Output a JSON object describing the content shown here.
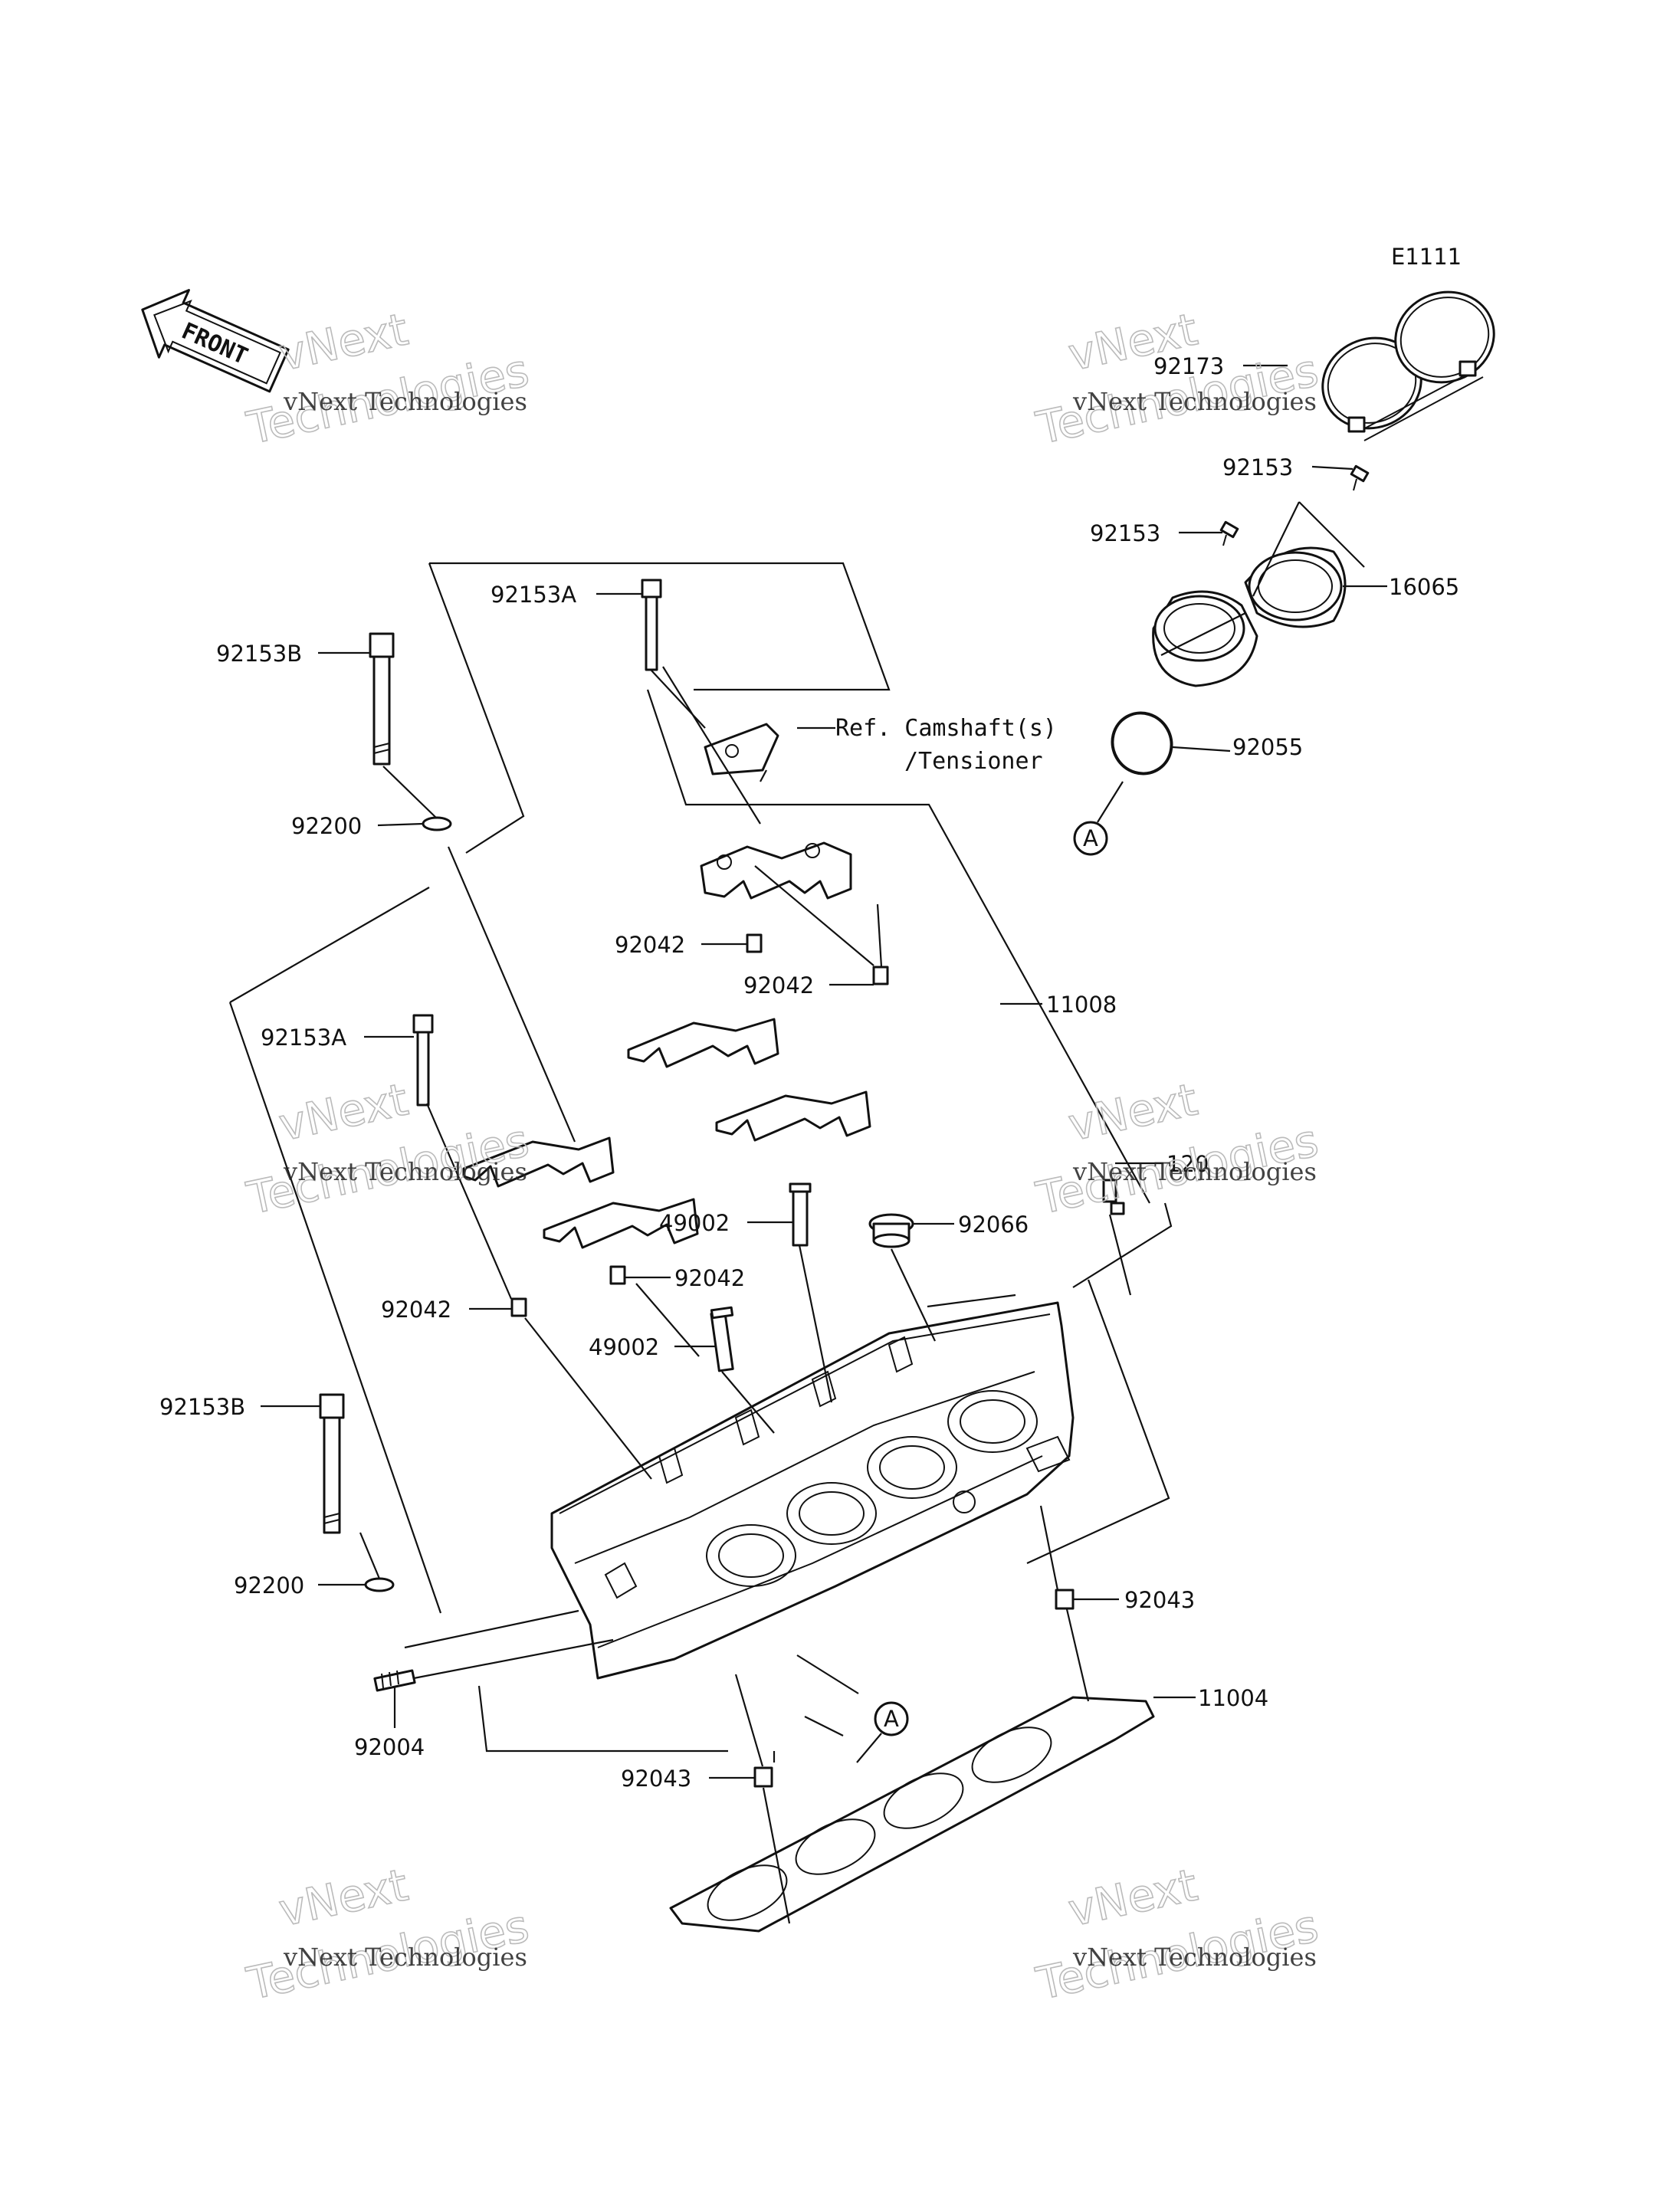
{
  "diagram_code": "E1111",
  "front_label": "FRONT",
  "watermark": {
    "line1": "vNext",
    "line2": "Technologies",
    "caption": "vNext Technologies"
  },
  "reference_note": {
    "line1": "Ref. Camshaft(s)",
    "line2": "/Tensioner"
  },
  "callout_letter": "A",
  "parts": {
    "p92173": "92173",
    "p92153_top": "92153",
    "p92153_mid": "92153",
    "p16065": "16065",
    "p92055": "92055",
    "p92153A_top": "92153A",
    "p92153B_top": "92153B",
    "p92200_top": "92200",
    "p92042_a": "92042",
    "p92042_b": "92042",
    "p11008": "11008",
    "p92153A_mid": "92153A",
    "p120": "120",
    "p49002_a": "49002",
    "p92066": "92066",
    "p92042_c": "92042",
    "p92042_d": "92042",
    "p49002_b": "49002",
    "p92153B_low": "92153B",
    "p92200_low": "92200",
    "p92043_right": "92043",
    "p92004": "92004",
    "p11004": "11004",
    "p92043_low": "92043"
  }
}
